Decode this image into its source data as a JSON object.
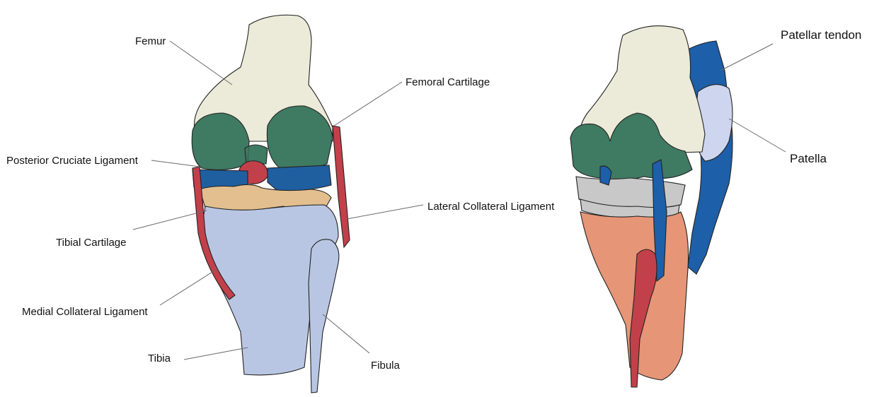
{
  "left_panel": {
    "labels": {
      "femur": "Femur",
      "femoral_cartilage": "Femoral Cartilage",
      "posterior_cruciate_ligament": "Posterior Cruciate Ligament",
      "lateral_collateral_ligament": "Lateral Collateral Ligament",
      "tibial_cartilage": "Tibial Cartilage",
      "medial_collateral_ligament": "Medial Collateral Ligament",
      "tibia": "Tibia",
      "fibula": "Fibula"
    }
  },
  "right_panel": {
    "labels": {
      "patellar_tendon": "Patellar tendon",
      "patella": "Patella"
    }
  },
  "colors": {
    "bone_femur": "#ecebd9",
    "cartilage_femoral": "#3f7a63",
    "meniscus_blue": "#1f5fa0",
    "tibial_cartilage": "#e3bf8f",
    "tibia_left": "#b9c6e3",
    "tibia_right": "#e69577",
    "ligament_red": "#c2404a",
    "patella": "#cdd6ee",
    "tendon_blue": "#1d5fa8",
    "meniscus_grey": "#c8c8c8"
  }
}
